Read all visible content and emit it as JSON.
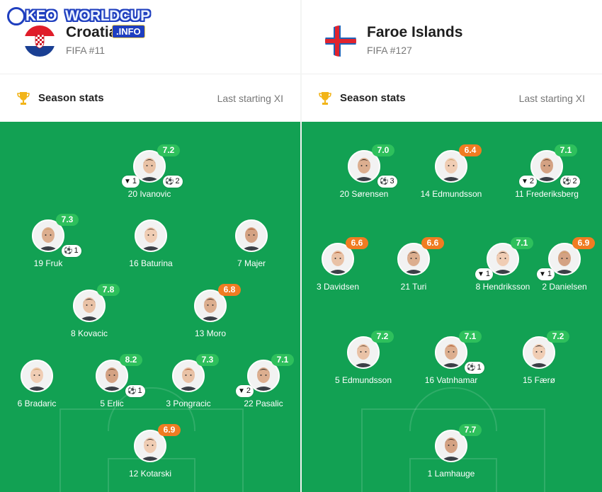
{
  "colors": {
    "pitch": "#12a153",
    "rating_green": "#2ec05c",
    "rating_orange": "#f07c22"
  },
  "logo": {
    "keo": "KEO",
    "worldcup": "WORLDCUP",
    "info": ".INFO"
  },
  "teams": [
    {
      "name": "Croatia",
      "rank": "FIFA #11",
      "flag": "croatia-flag-icon",
      "stats_label": "Season stats",
      "lineup_label": "Last starting XI",
      "players": [
        {
          "name": "20 Ivanovic",
          "rating": "7.2",
          "rating_color": "green",
          "assists": "1",
          "goals": "2"
        },
        {
          "name": "19 Fruk",
          "rating": "7.3",
          "rating_color": "green",
          "goals": "1"
        },
        {
          "name": "16 Baturina"
        },
        {
          "name": "7 Majer"
        },
        {
          "name": "8 Kovacic",
          "rating": "7.8",
          "rating_color": "green"
        },
        {
          "name": "13 Moro",
          "rating": "6.8",
          "rating_color": "orange"
        },
        {
          "name": "6 Bradaric"
        },
        {
          "name": "5 Erlic",
          "rating": "8.2",
          "rating_color": "green",
          "goals": "1"
        },
        {
          "name": "3 Pongracic",
          "rating": "7.3",
          "rating_color": "green"
        },
        {
          "name": "22 Pasalic",
          "rating": "7.1",
          "rating_color": "green",
          "assists": "2"
        },
        {
          "name": "12 Kotarski",
          "rating": "6.9",
          "rating_color": "orange"
        }
      ]
    },
    {
      "name": "Faroe Islands",
      "rank": "FIFA #127",
      "flag": "faroe-islands-flag-icon",
      "stats_label": "Season stats",
      "lineup_label": "Last starting XI",
      "players": [
        {
          "name": "20 Sørensen",
          "rating": "7.0",
          "rating_color": "green",
          "goals": "3"
        },
        {
          "name": "14 Edmundsson",
          "rating": "6.4",
          "rating_color": "orange"
        },
        {
          "name": "11 Frederiksberg",
          "rating": "7.1",
          "rating_color": "green",
          "assists": "2",
          "goals": "2"
        },
        {
          "name": "3 Davidsen",
          "rating": "6.6",
          "rating_color": "orange"
        },
        {
          "name": "21 Turi",
          "rating": "6.6",
          "rating_color": "orange"
        },
        {
          "name": "8 Hendriksson",
          "rating": "7.1",
          "rating_color": "green",
          "assists": "1"
        },
        {
          "name": "2 Danielsen",
          "rating": "6.9",
          "rating_color": "orange",
          "assists": "1"
        },
        {
          "name": "5 Edmundsson",
          "rating": "7.2",
          "rating_color": "green"
        },
        {
          "name": "16 Vatnhamar",
          "rating": "7.1",
          "rating_color": "green",
          "goals": "1"
        },
        {
          "name": "15 Færø",
          "rating": "7.2",
          "rating_color": "green"
        },
        {
          "name": "1 Lamhauge",
          "rating": "7.7",
          "rating_color": "green"
        }
      ]
    }
  ]
}
